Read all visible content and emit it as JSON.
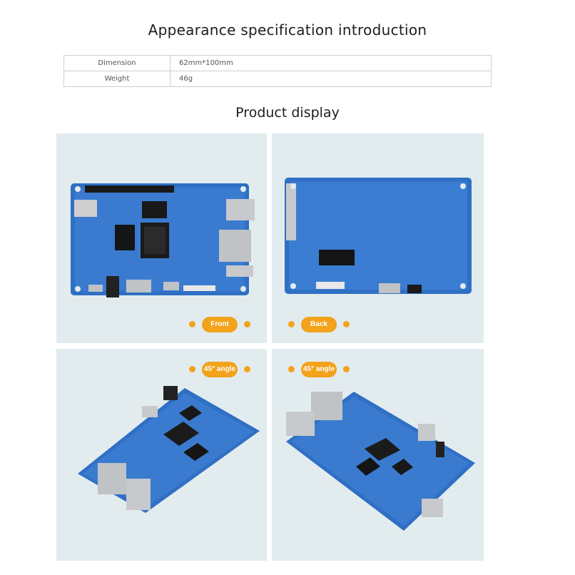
{
  "appearance": {
    "title": "Appearance specification introduction",
    "rows": [
      {
        "label": "Dimension",
        "value": "62mm*100mm"
      },
      {
        "label": "Weight",
        "value": "46g"
      }
    ]
  },
  "product_display": {
    "title": "Product display",
    "views": [
      {
        "label": "Front"
      },
      {
        "label": "Back"
      },
      {
        "label": "45° angle"
      },
      {
        "label": "45° angle"
      }
    ]
  },
  "colors": {
    "accent": "#f2a21b",
    "panel_bg": "#e2ecef",
    "board_blue": "#2f6fc4"
  }
}
